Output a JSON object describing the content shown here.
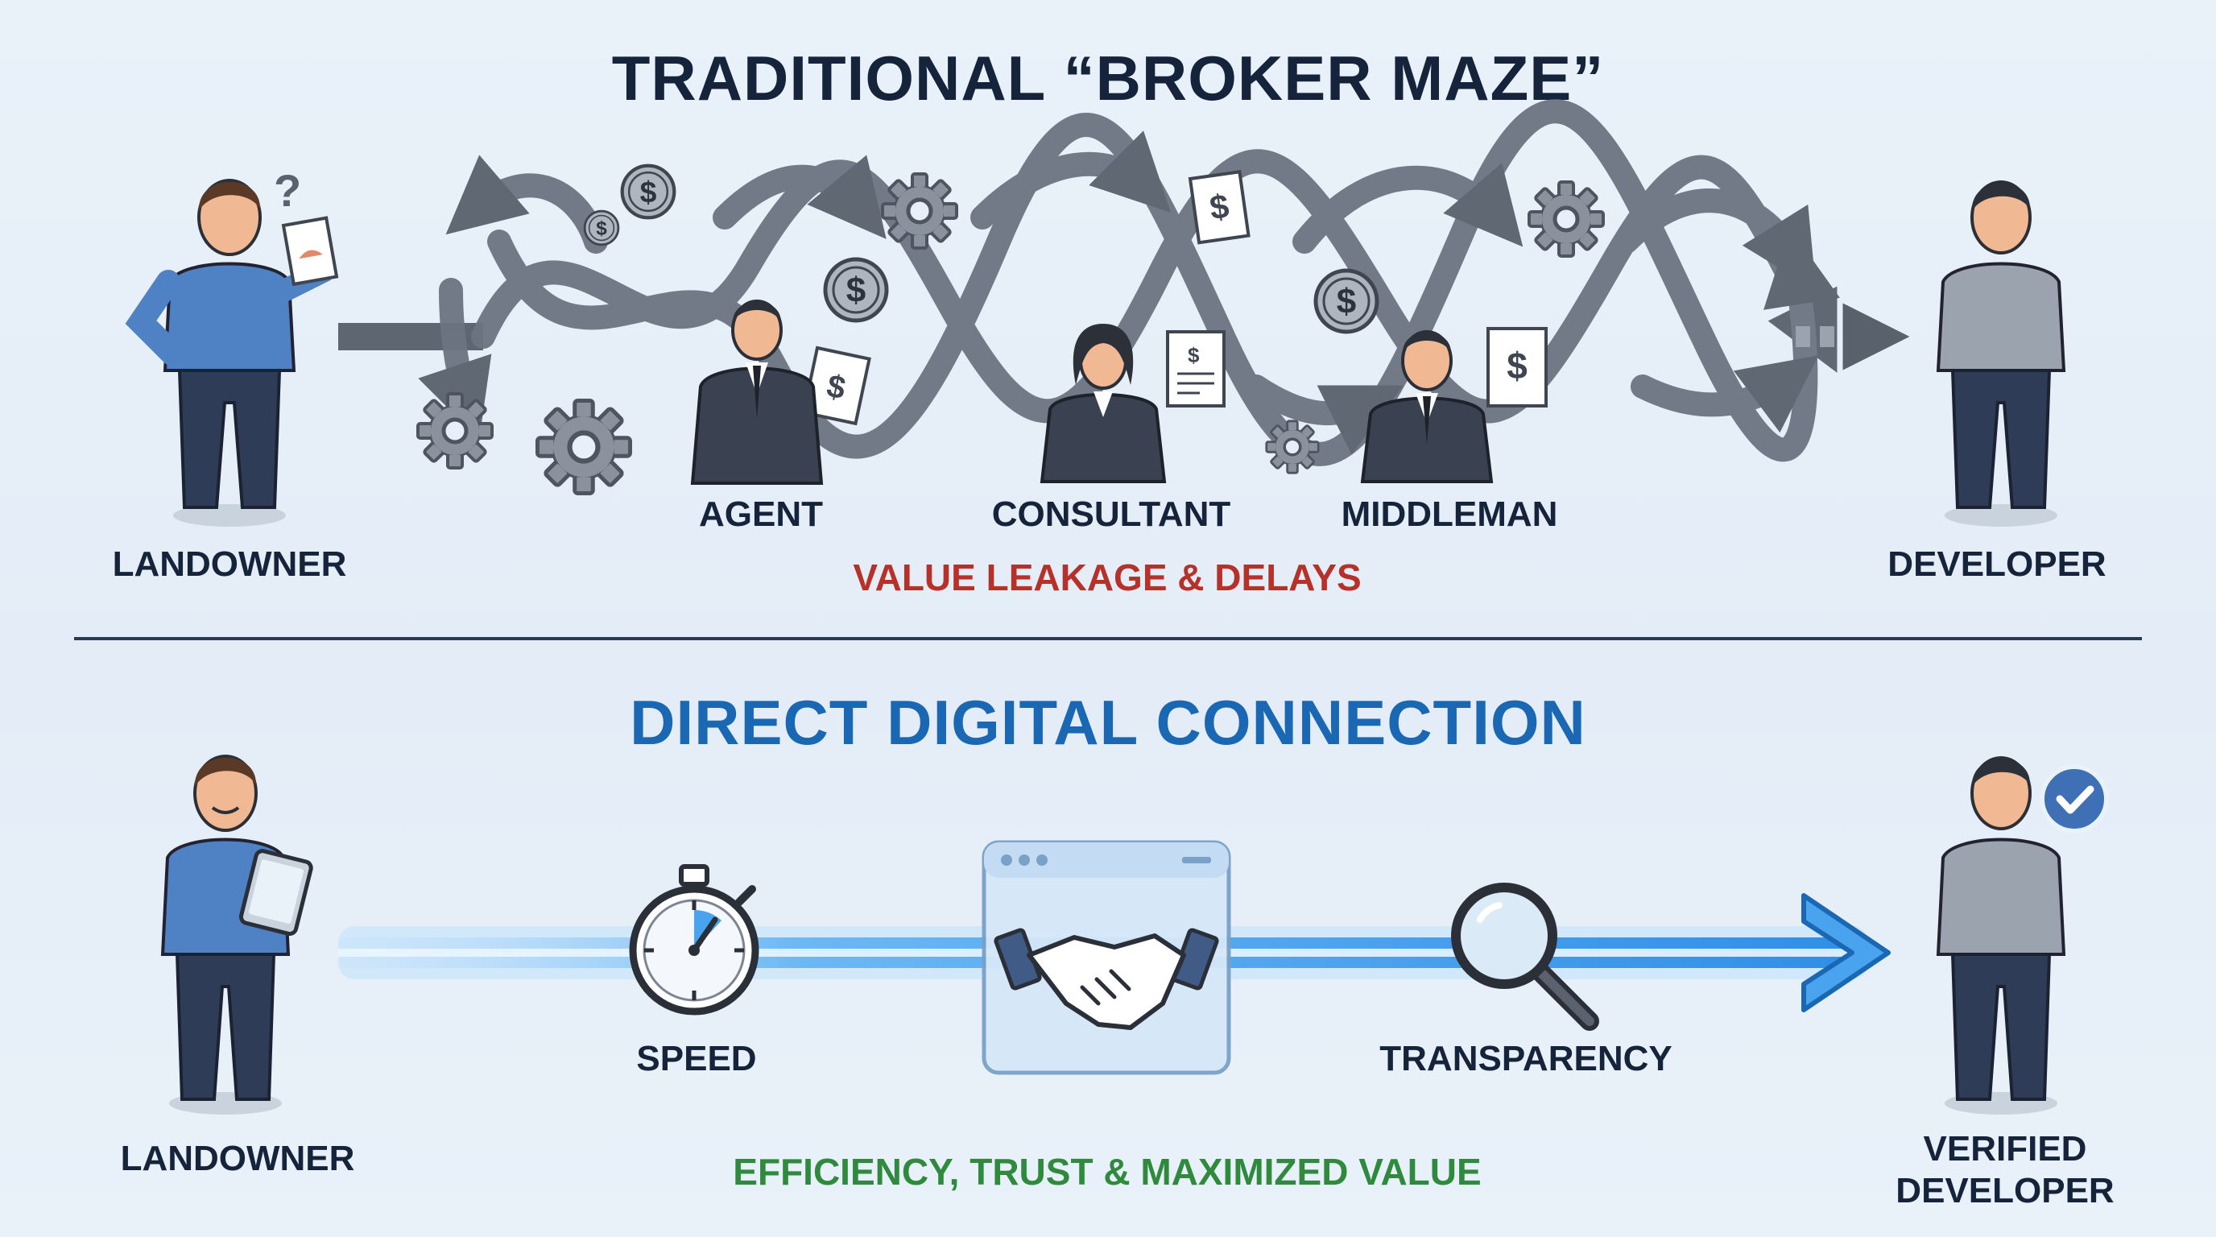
{
  "top": {
    "title": "TRADITIONAL “BROKER MAZE”",
    "left_person_label": "LANDOWNER",
    "right_person_label": "DEVELOPER",
    "intermediaries": [
      "AGENT",
      "CONSULTANT",
      "MIDDLEMAN"
    ],
    "caption": "VALUE LEAKAGE & DELAYS",
    "money_symbol": "$",
    "confused_symbol": "?"
  },
  "bottom": {
    "title": "DIRECT DIGITAL CONNECTION",
    "left_person_label": "LANDOWNER",
    "right_person_label_line1": "VERIFIED",
    "right_person_label_line2": "DEVELOPER",
    "speed_label": "SPEED",
    "transparency_label": "TRANSPARENCY",
    "caption": "EFFICIENCY, TRUST & MAXIMIZED VALUE"
  },
  "colors": {
    "background": "#e7eff8",
    "title_dark": "#15243b",
    "title_blue": "#1a68b3",
    "warning_red": "#b7312b",
    "success_green": "#2f8a3d",
    "maze_gray": "#6b7480",
    "beam_blue": "#4aa3ee",
    "shirt_blue": "#4f82c4",
    "pants_navy": "#2f3c57"
  },
  "icons": [
    "question-icon",
    "document-icon",
    "dollar-coin-icon",
    "gear-icon",
    "money-bill-icon",
    "stopwatch-icon",
    "handshake-icon",
    "magnifier-icon",
    "verified-check-icon",
    "arrow-icon"
  ]
}
